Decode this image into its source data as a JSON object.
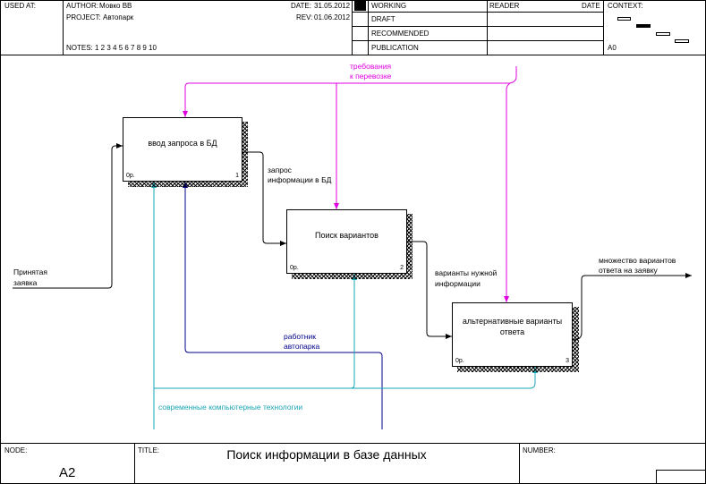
{
  "header": {
    "used_at_label": "USED AT:",
    "author_label": "AUTHOR:",
    "author": "Мовко ВВ",
    "project_label": "PROJECT:",
    "project": "Автопарк",
    "notes_label": "NOTES:",
    "notes": "1 2 3 4 5 6 7 8 9 10",
    "date_label": "DATE:",
    "date": "31.05.2012",
    "rev_label": "REV:",
    "rev": "01.06.2012",
    "status": [
      "WORKING",
      "DRAFT",
      "RECOMMENDED",
      "PUBLICATION"
    ],
    "reader_label": "READER",
    "reader_date_label": "DATE",
    "context_label": "CONTEXT:",
    "context_node": "A0"
  },
  "boxes": [
    {
      "title": "ввод запроса в БД",
      "cost": "0р.",
      "num": "1"
    },
    {
      "title": "Поиск вариантов",
      "cost": "0р.",
      "num": "2"
    },
    {
      "title_line1": "альтернативные варианты",
      "title_line2": "ответа",
      "cost": "0р.",
      "num": "3"
    }
  ],
  "arrows": {
    "input": [
      "Принятая",
      "заявка"
    ],
    "control_top": [
      "требования",
      "к перевозке"
    ],
    "link_1_2": [
      "запрос",
      "информации в БД"
    ],
    "link_2_3": [
      "варианты нужной",
      "информации"
    ],
    "output": [
      "множество вариантов",
      "ответа на заявку"
    ],
    "mechanism_worker": [
      "работник",
      "автопарка"
    ],
    "mechanism_tech": "современные компьютерные технологии"
  },
  "footer": {
    "node_label": "NODE:",
    "node": "A2",
    "title_label": "TITLE:",
    "title": "Поиск информации в базе данных",
    "number_label": "NUMBER:"
  },
  "colors": {
    "control": "#e100e1",
    "mechanism_worker": "#00008b",
    "mechanism_tech": "#1aa5b5",
    "line": "#000000"
  }
}
